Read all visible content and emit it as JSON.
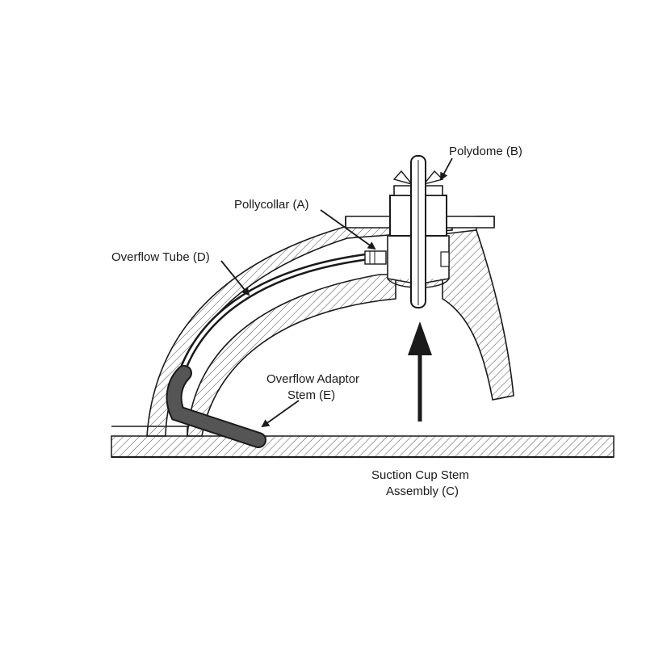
{
  "labels": {
    "polydome": "Polydome (B)",
    "pollycollar": "Pollycollar (A)",
    "overflow_tube": "Overflow Tube (D)",
    "adaptor_line1": "Overflow Adaptor",
    "adaptor_line2": "Stem (E)",
    "suction_line1": "Suction Cup Stem",
    "suction_line2": "Assembly (C)"
  },
  "colors": {
    "ink": "#1a1a1a",
    "hatch": "#555555",
    "stem_fill": "#555555",
    "background": "#ffffff"
  }
}
